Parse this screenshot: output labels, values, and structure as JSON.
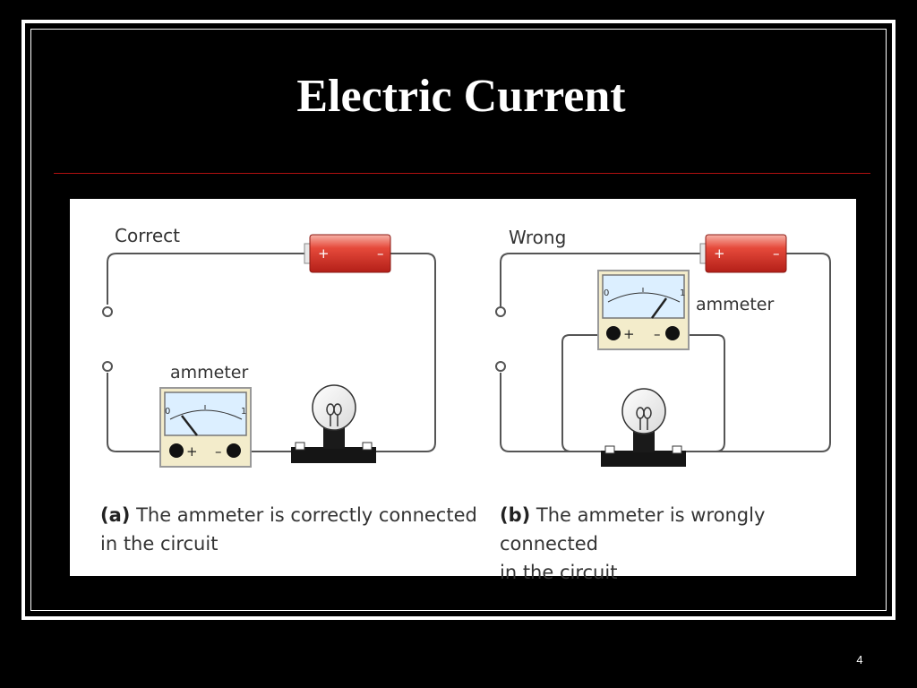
{
  "slide": {
    "title": "Electric Current",
    "page_number": "4"
  },
  "panel_a": {
    "label": "Correct",
    "ammeter_label": "ammeter",
    "scale_min": "0",
    "scale_max": "1",
    "terminal_plus": "+",
    "terminal_minus": "–",
    "battery_plus": "+",
    "battery_minus": "–",
    "caption_prefix": "(a)",
    "caption_line1": "The ammeter is correctly connected",
    "caption_line2": "in the circuit"
  },
  "panel_b": {
    "label": "Wrong",
    "ammeter_label": "ammeter",
    "scale_min": "0",
    "scale_max": "1",
    "terminal_plus": "+",
    "terminal_minus": "–",
    "battery_plus": "+",
    "battery_minus": "–",
    "caption_prefix": "(b)",
    "caption_line1": "The ammeter is wrongly connected",
    "caption_line2": "in the circuit"
  },
  "colors": {
    "battery": "#d9342b",
    "meter_face": "#dcefff",
    "meter_case": "#f3eccb",
    "wire": "#555555",
    "title_rule": "#b01010"
  },
  "icons": [
    "battery-icon",
    "ammeter-icon",
    "bulb-icon",
    "switch-icon"
  ]
}
